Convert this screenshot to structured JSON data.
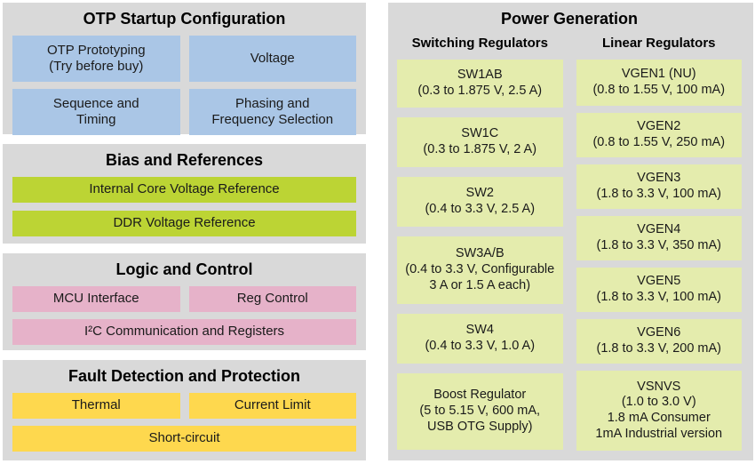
{
  "colors": {
    "panel_bg": "#d9d9d9",
    "blue_box": "#aac6e6",
    "green_box": "#bcd434",
    "pink_box": "#e6b2c9",
    "yellow_box": "#fed84e",
    "pale_green_box": "#e4ecad"
  },
  "left_sections": [
    {
      "title": "OTP Startup Configuration",
      "boxes": [
        "OTP Prototyping\n(Try before buy)",
        "Voltage",
        "Sequence and\nTiming",
        "Phasing and\nFrequency Selection"
      ]
    },
    {
      "title": "Bias and References",
      "boxes": [
        "Internal Core Voltage Reference",
        "DDR Voltage Reference"
      ]
    },
    {
      "title": "Logic and Control",
      "boxes": [
        "MCU Interface",
        "Reg Control",
        "I²C Communication and Registers"
      ]
    },
    {
      "title": "Fault Detection and Protection",
      "boxes": [
        "Thermal",
        "Current Limit",
        "Short-circuit"
      ]
    }
  ],
  "power_generation": {
    "title": "Power Generation",
    "switching": {
      "header": "Switching Regulators",
      "boxes": [
        {
          "name": "SW1AB",
          "detail": "(0.3 to 1.875 V, 2.5 A)"
        },
        {
          "name": "SW1C",
          "detail": "(0.3 to 1.875 V, 2 A)"
        },
        {
          "name": "SW2",
          "detail": "(0.4 to 3.3 V, 2.5 A)"
        },
        {
          "name": "SW3A/B",
          "detail": "(0.4 to 3.3 V, Configurable\n3 A or 1.5 A each)"
        },
        {
          "name": "SW4",
          "detail": "(0.4 to 3.3 V, 1.0 A)"
        },
        {
          "name": "Boost Regulator",
          "detail": "(5 to 5.15 V, 600 mA,\nUSB OTG Supply)"
        }
      ]
    },
    "linear": {
      "header": "Linear Regulators",
      "boxes": [
        {
          "name": "VGEN1 (NU)",
          "detail": "(0.8 to 1.55 V, 100 mA)"
        },
        {
          "name": "VGEN2",
          "detail": "(0.8 to 1.55 V, 250 mA)"
        },
        {
          "name": "VGEN3",
          "detail": "(1.8 to 3.3 V, 100 mA)"
        },
        {
          "name": "VGEN4",
          "detail": "(1.8 to 3.3 V, 350 mA)"
        },
        {
          "name": "VGEN5",
          "detail": "(1.8 to 3.3 V, 100 mA)"
        },
        {
          "name": "VGEN6",
          "detail": "(1.8 to 3.3 V, 200 mA)"
        },
        {
          "name": "VSNVS",
          "detail": "(1.0 to 3.0 V)\n1.8 mA Consumer\n1mA Industrial version"
        }
      ]
    }
  }
}
